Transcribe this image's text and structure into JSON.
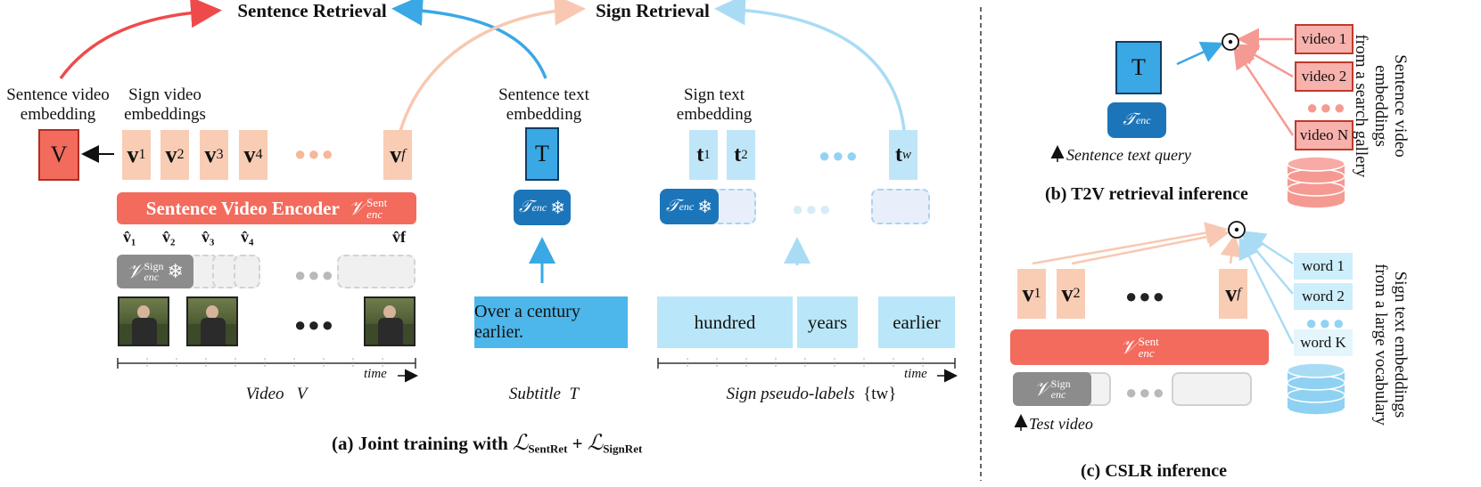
{
  "joint": {
    "sentence_retrieval": "Sentence Retrieval",
    "sign_retrieval": "Sign Retrieval",
    "sent_video_emb": "Sentence video embedding",
    "sign_video_embs": "Sign video embeddings",
    "sent_text_emb": "Sentence text embedding",
    "sign_text_emb": "Sign text embedding",
    "V": "V",
    "T": "T",
    "v_tokens": [
      "v",
      "v",
      "v",
      "v",
      "v"
    ],
    "v_subs": [
      "1",
      "2",
      "3",
      "4",
      "f"
    ],
    "t_tokens": [
      "t",
      "t",
      "t"
    ],
    "t_subs": [
      "1",
      "2",
      "w"
    ],
    "sve_label": "Sentence Video Encoder",
    "sve_sup": "Sent",
    "sve_sub": "enc",
    "venc_sign_sup": "Sign",
    "enc_sub": "enc",
    "vhat": [
      "v̂₁",
      "v̂₂",
      "v̂₃",
      "v̂₄",
      "v̂f"
    ],
    "subtitle_text": "Over a century earlier.",
    "pseudo_words": [
      "hundred",
      "years",
      "earlier"
    ],
    "time": "time",
    "caption_video": "Video",
    "caption_video_sym": "V",
    "caption_subtitle": "Subtitle",
    "caption_subtitle_sym": "T",
    "caption_pseudo": "Sign pseudo-labels",
    "caption_pseudo_sym": "{tw}",
    "title_a": "(a) Joint training with",
    "loss1": "SentRet",
    "loss2": "SignRet"
  },
  "t2v": {
    "T": "T",
    "enc_sub": "enc",
    "query_label": "Sentence text query",
    "videos": [
      "video 1",
      "video 2",
      "video N"
    ],
    "side_label_1": "Sentence video embeddings",
    "side_label_2": "from a search gallery",
    "title": "(b) T2V retrieval inference"
  },
  "cslr": {
    "v_subs": [
      "1",
      "2",
      "f"
    ],
    "words": [
      "word 1",
      "word 2",
      "word K"
    ],
    "sent_sup": "Sent",
    "sign_sup": "Sign",
    "enc_sub": "enc",
    "test_video": "Test video",
    "side_label_1": "Sign text embeddings",
    "side_label_2": "from a large vocabulary",
    "title": "(c) CSLR inference"
  },
  "colors": {
    "red": "#f36b5c",
    "blue": "#1c75b9",
    "peach": "#f9ccb4",
    "cyan": "#bfe6f8"
  }
}
